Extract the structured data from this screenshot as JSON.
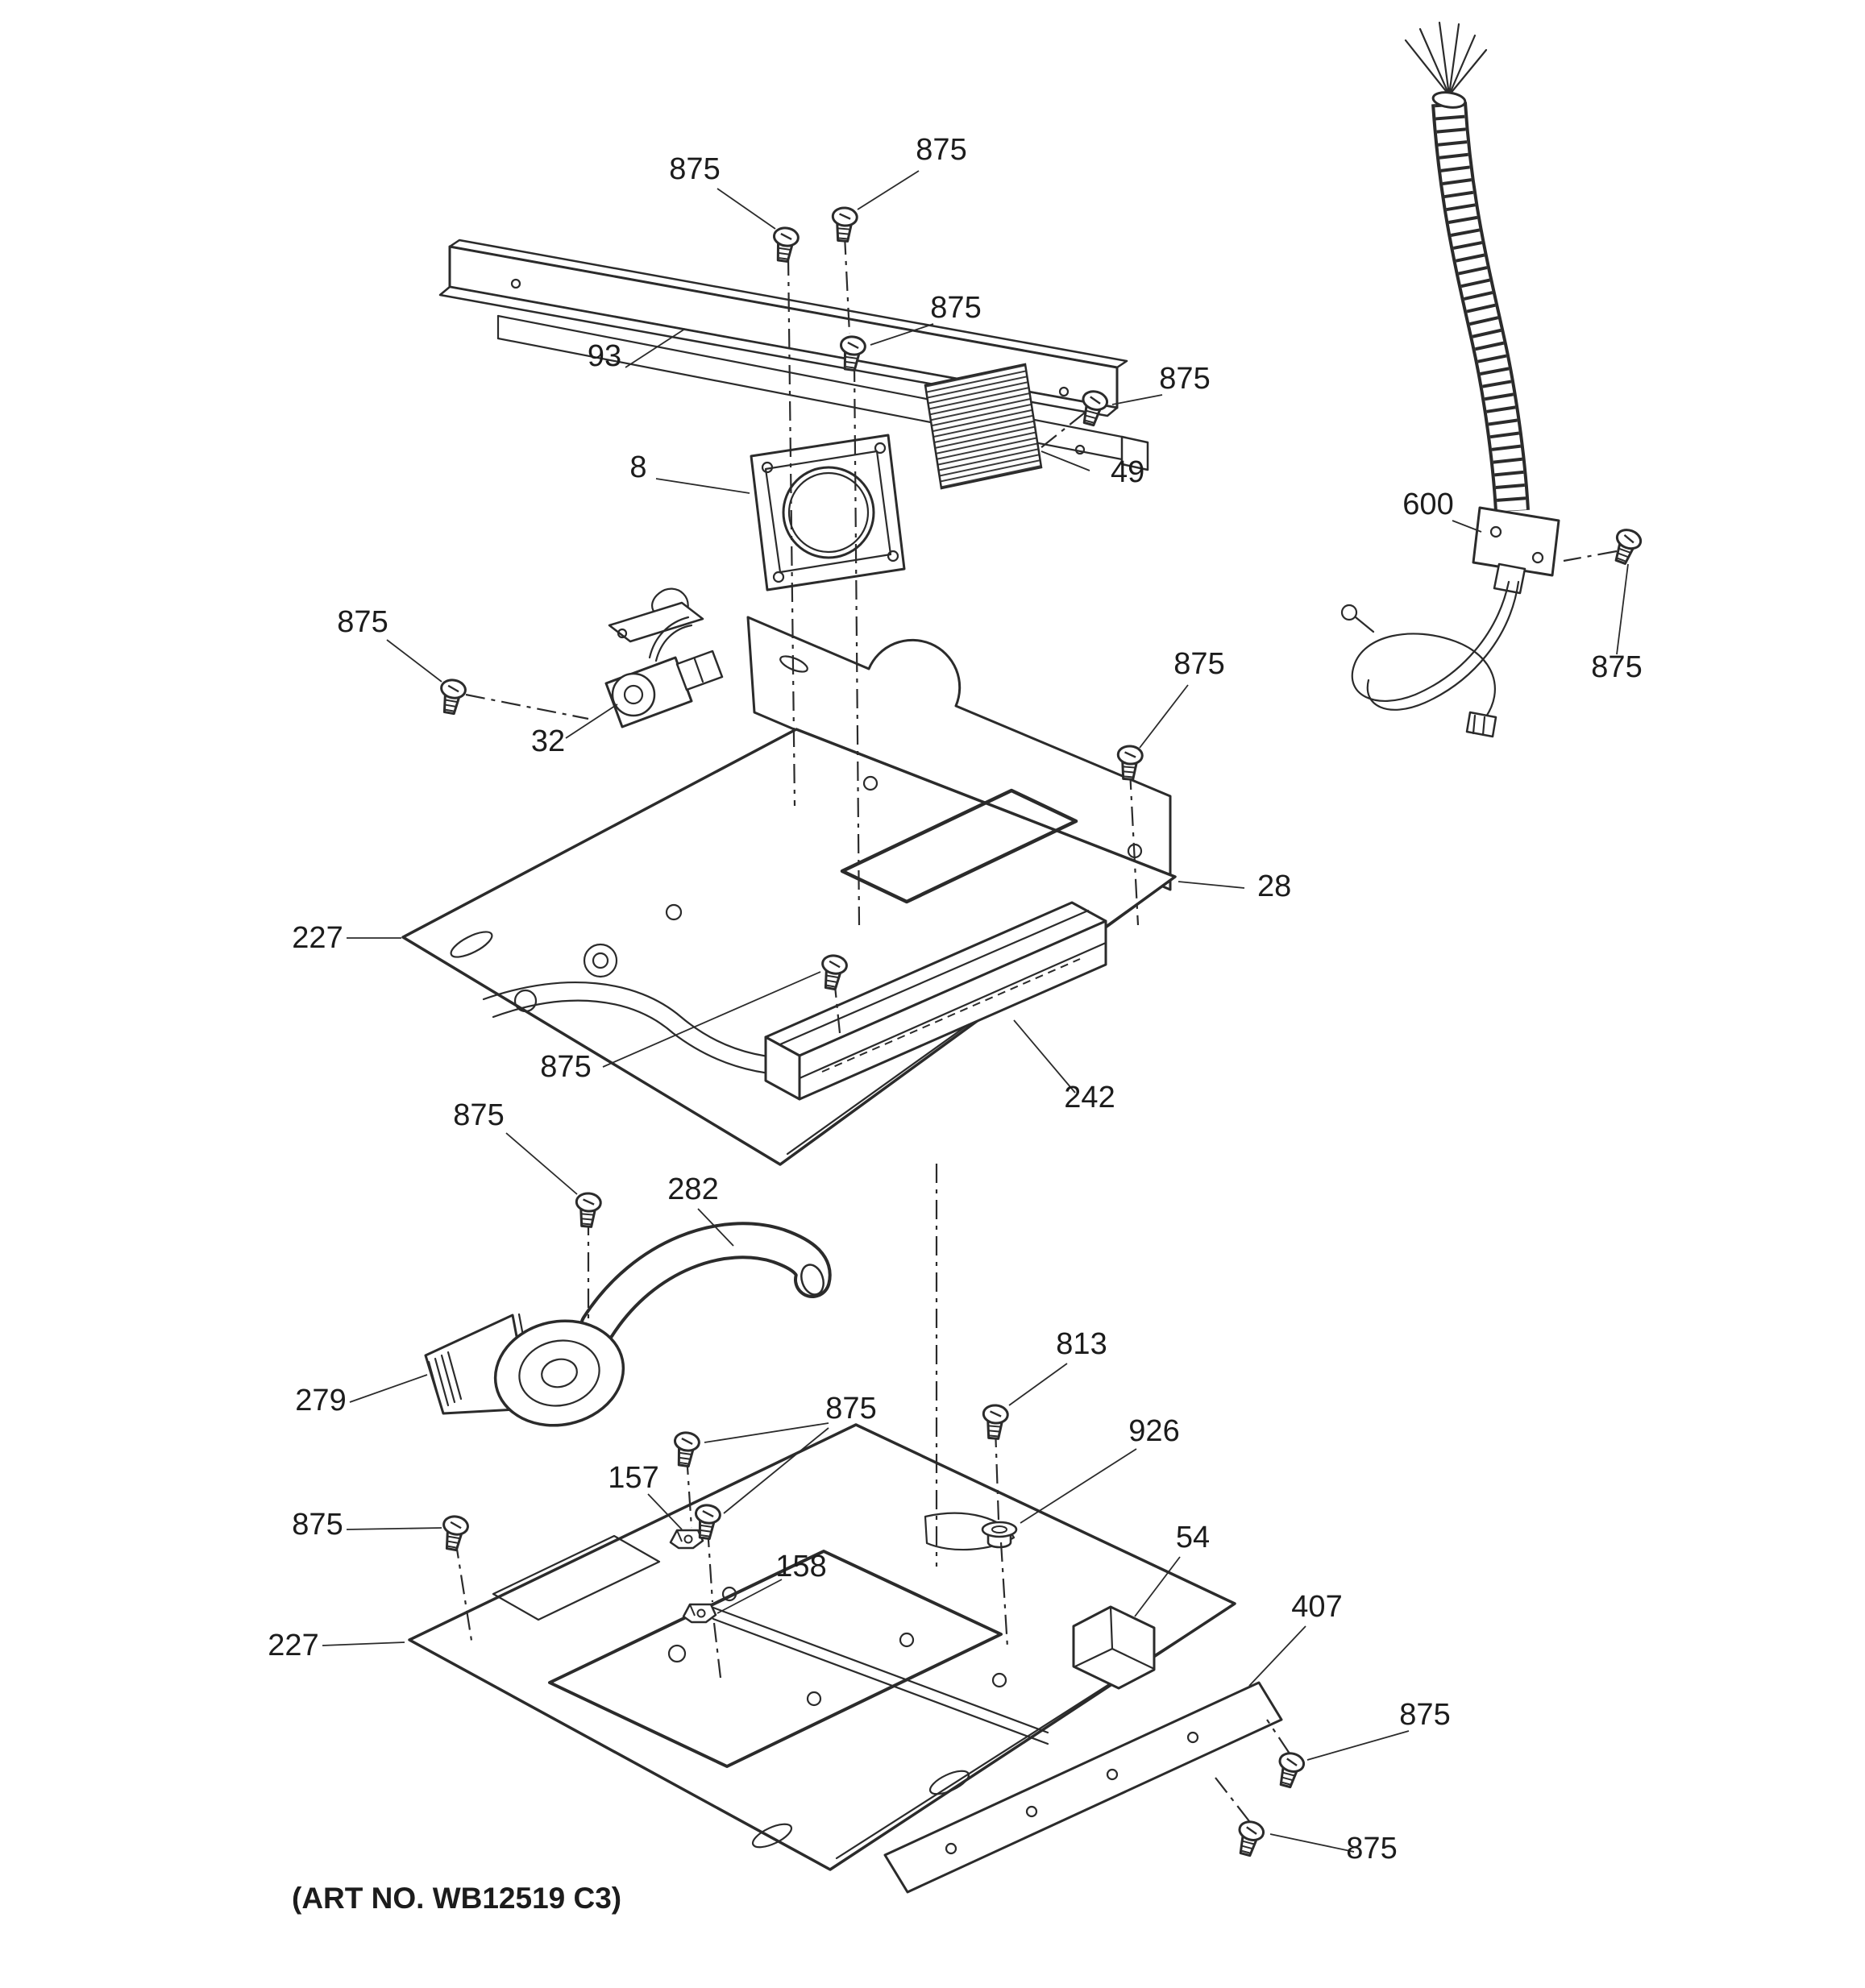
{
  "page": {
    "background": "#ffffff",
    "line_color": "#2b2b2b"
  },
  "diagram": {
    "art_no": "(ART NO. WB12519 C3)",
    "parts": {
      "p875": "875",
      "p93": "93",
      "p8": "8",
      "p49": "49",
      "p600": "600",
      "p32": "32",
      "p28": "28",
      "p227": "227",
      "p242": "242",
      "p282": "282",
      "p279": "279",
      "p157": "157",
      "p158": "158",
      "p813": "813",
      "p926": "926",
      "p54": "54",
      "p407": "407"
    }
  }
}
